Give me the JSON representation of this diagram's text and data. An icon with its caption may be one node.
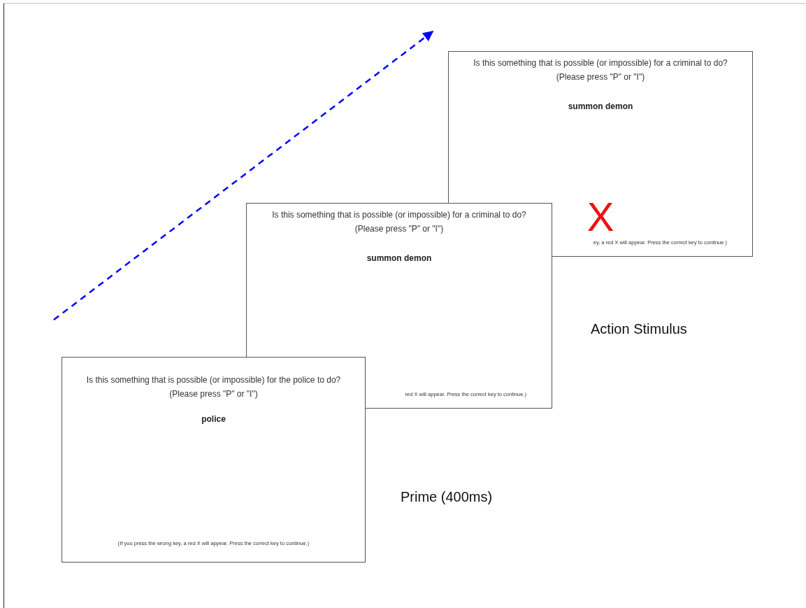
{
  "diagram": {
    "nodes": [
      {
        "text": [
          "Is this something that is possible (or impossible) for a criminal to do?",
          "(Please press \"P\" or \"I\")",
          "summon demon",
          "X",
          "ey, a red X will appear. Press the correct key to continue.)"
        ]
      },
      {
        "text": [
          "Is this something that is possible (or impossible) for a criminal to do?",
          "(Please press \"P\" or \"I\")",
          "summon demon",
          "red X will appear. Press the correct key to continue.)"
        ]
      },
      {
        "text": [
          "Is this something that is possible (or impossible) for the police to do?",
          "(Please press \"P\" or \"I\")",
          "police",
          "(If you press the wrong key, a red X will appear. Press the correct key to continue.)"
        ]
      }
    ],
    "labels": [
      "Action Stimulus",
      "Prime (400ms)"
    ]
  }
}
